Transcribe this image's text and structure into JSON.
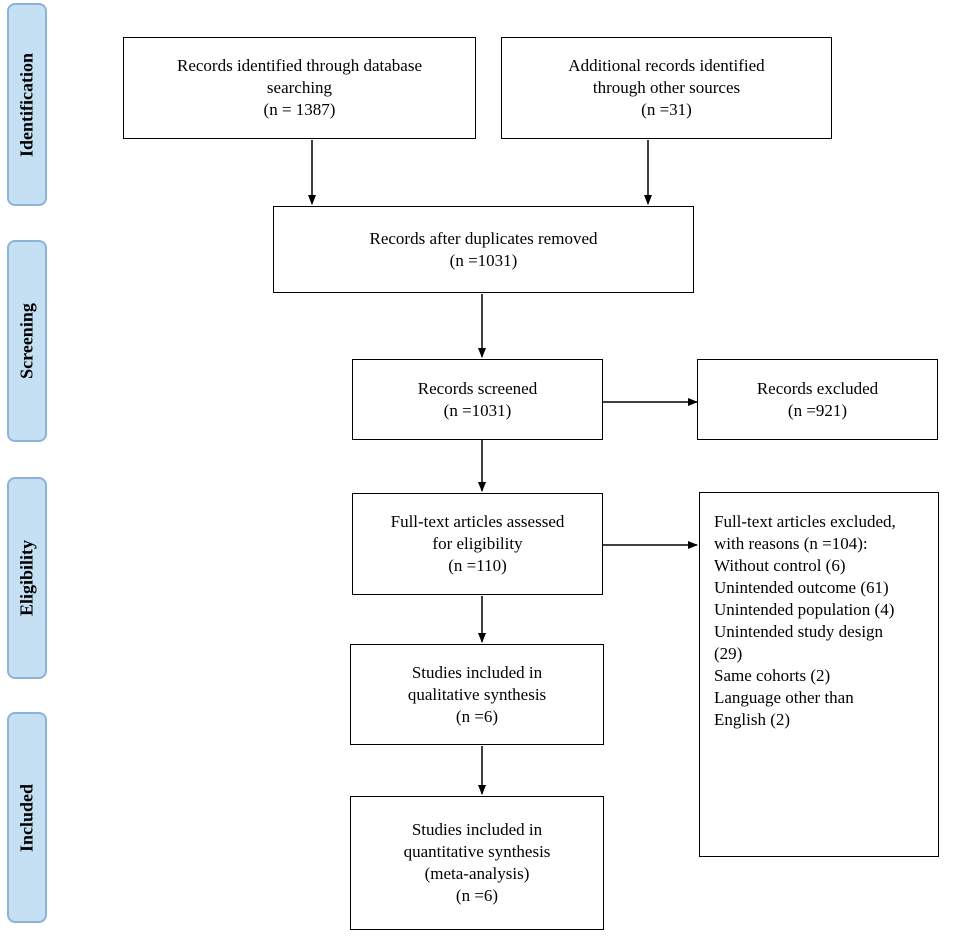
{
  "phases": [
    {
      "key": "identification",
      "label": "Identification"
    },
    {
      "key": "screening",
      "label": "Screening"
    },
    {
      "key": "eligibility",
      "label": "Eligibility"
    },
    {
      "key": "included",
      "label": "Included"
    }
  ],
  "boxes": {
    "db_search": {
      "lines": [
        "Records identified through database",
        "searching",
        "(n = 1387)"
      ]
    },
    "other_sources": {
      "lines": [
        "Additional records identified",
        "through other sources",
        "(n =31)"
      ]
    },
    "duplicates_removed": {
      "lines": [
        "Records after duplicates removed",
        "(n =1031)"
      ]
    },
    "screened": {
      "lines": [
        "Records screened",
        "(n =1031)"
      ]
    },
    "excluded": {
      "lines": [
        "Records excluded",
        "(n =921)"
      ]
    },
    "fulltext": {
      "lines": [
        "Full-text articles assessed",
        "for eligibility",
        "(n =110)"
      ]
    },
    "fulltext_excluded": {
      "lines": [
        "Full-text articles excluded,",
        "with reasons (n =104):",
        "Without control (6)",
        "Unintended outcome (61)",
        "Unintended population (4)",
        "Unintended study design",
        "(29)",
        "Same cohorts (2)",
        "Language other than",
        "English (2)"
      ]
    },
    "qualitative": {
      "lines": [
        "Studies included in",
        "qualitative synthesis",
        "(n =6)"
      ]
    },
    "quantitative": {
      "lines": [
        "Studies included in",
        "quantitative synthesis",
        "(meta-analysis)",
        "(n =6)"
      ]
    }
  }
}
